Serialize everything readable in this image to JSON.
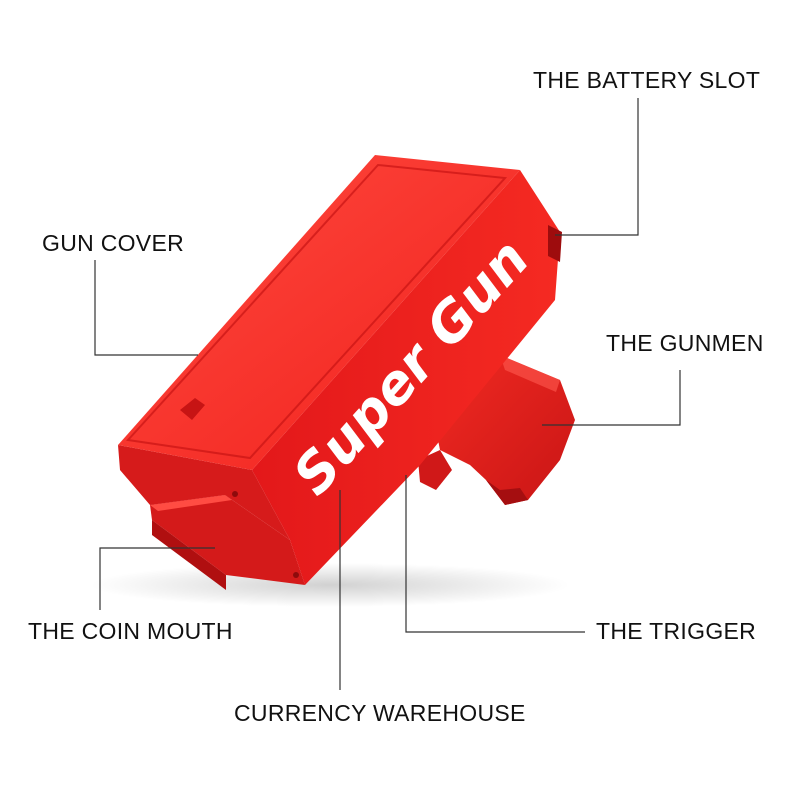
{
  "product": {
    "brand_text": "Super Gun",
    "body_color": "#f21f1f",
    "shadow_color": "#b50f10",
    "highlight_color": "#ff5a50"
  },
  "callouts": [
    {
      "id": "battery-slot",
      "label": "THE BATTERY SLOT"
    },
    {
      "id": "gun-cover",
      "label": "GUN COVER"
    },
    {
      "id": "gunmen",
      "label": "THE GUNMEN"
    },
    {
      "id": "coin-mouth",
      "label": "THE COIN MOUTH"
    },
    {
      "id": "trigger",
      "label": "THE TRIGGER"
    },
    {
      "id": "currency-warehouse",
      "label": "CURRENCY WAREHOUSE"
    }
  ],
  "style": {
    "line_color": "#333333",
    "text_color": "#111111"
  }
}
